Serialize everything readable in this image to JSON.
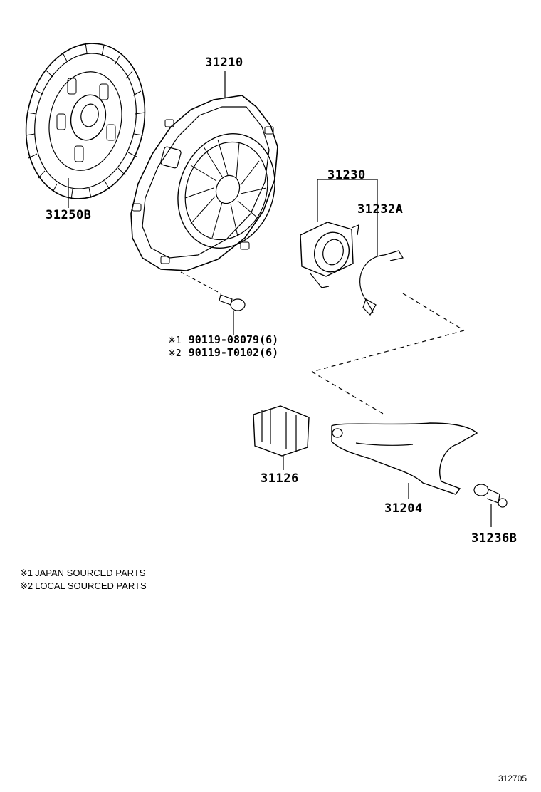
{
  "parts": {
    "pressure_plate": "31210",
    "clutch_disc": "31250B",
    "release_bearing": "31230",
    "bearing_clip": "31232A",
    "fork_boot": "31126",
    "release_fork": "31204",
    "fork_support": "31236B"
  },
  "bolt_refs": [
    {
      "mark": "※1",
      "number": "90119-08079(6)"
    },
    {
      "mark": "※2",
      "number": "90119-T0102(6)"
    }
  ],
  "notes": [
    {
      "mark": "※1",
      "text": "JAPAN SOURCED PARTS"
    },
    {
      "mark": "※2",
      "text": "LOCAL SOURCED PARTS"
    }
  ],
  "illustration_number": "312705"
}
